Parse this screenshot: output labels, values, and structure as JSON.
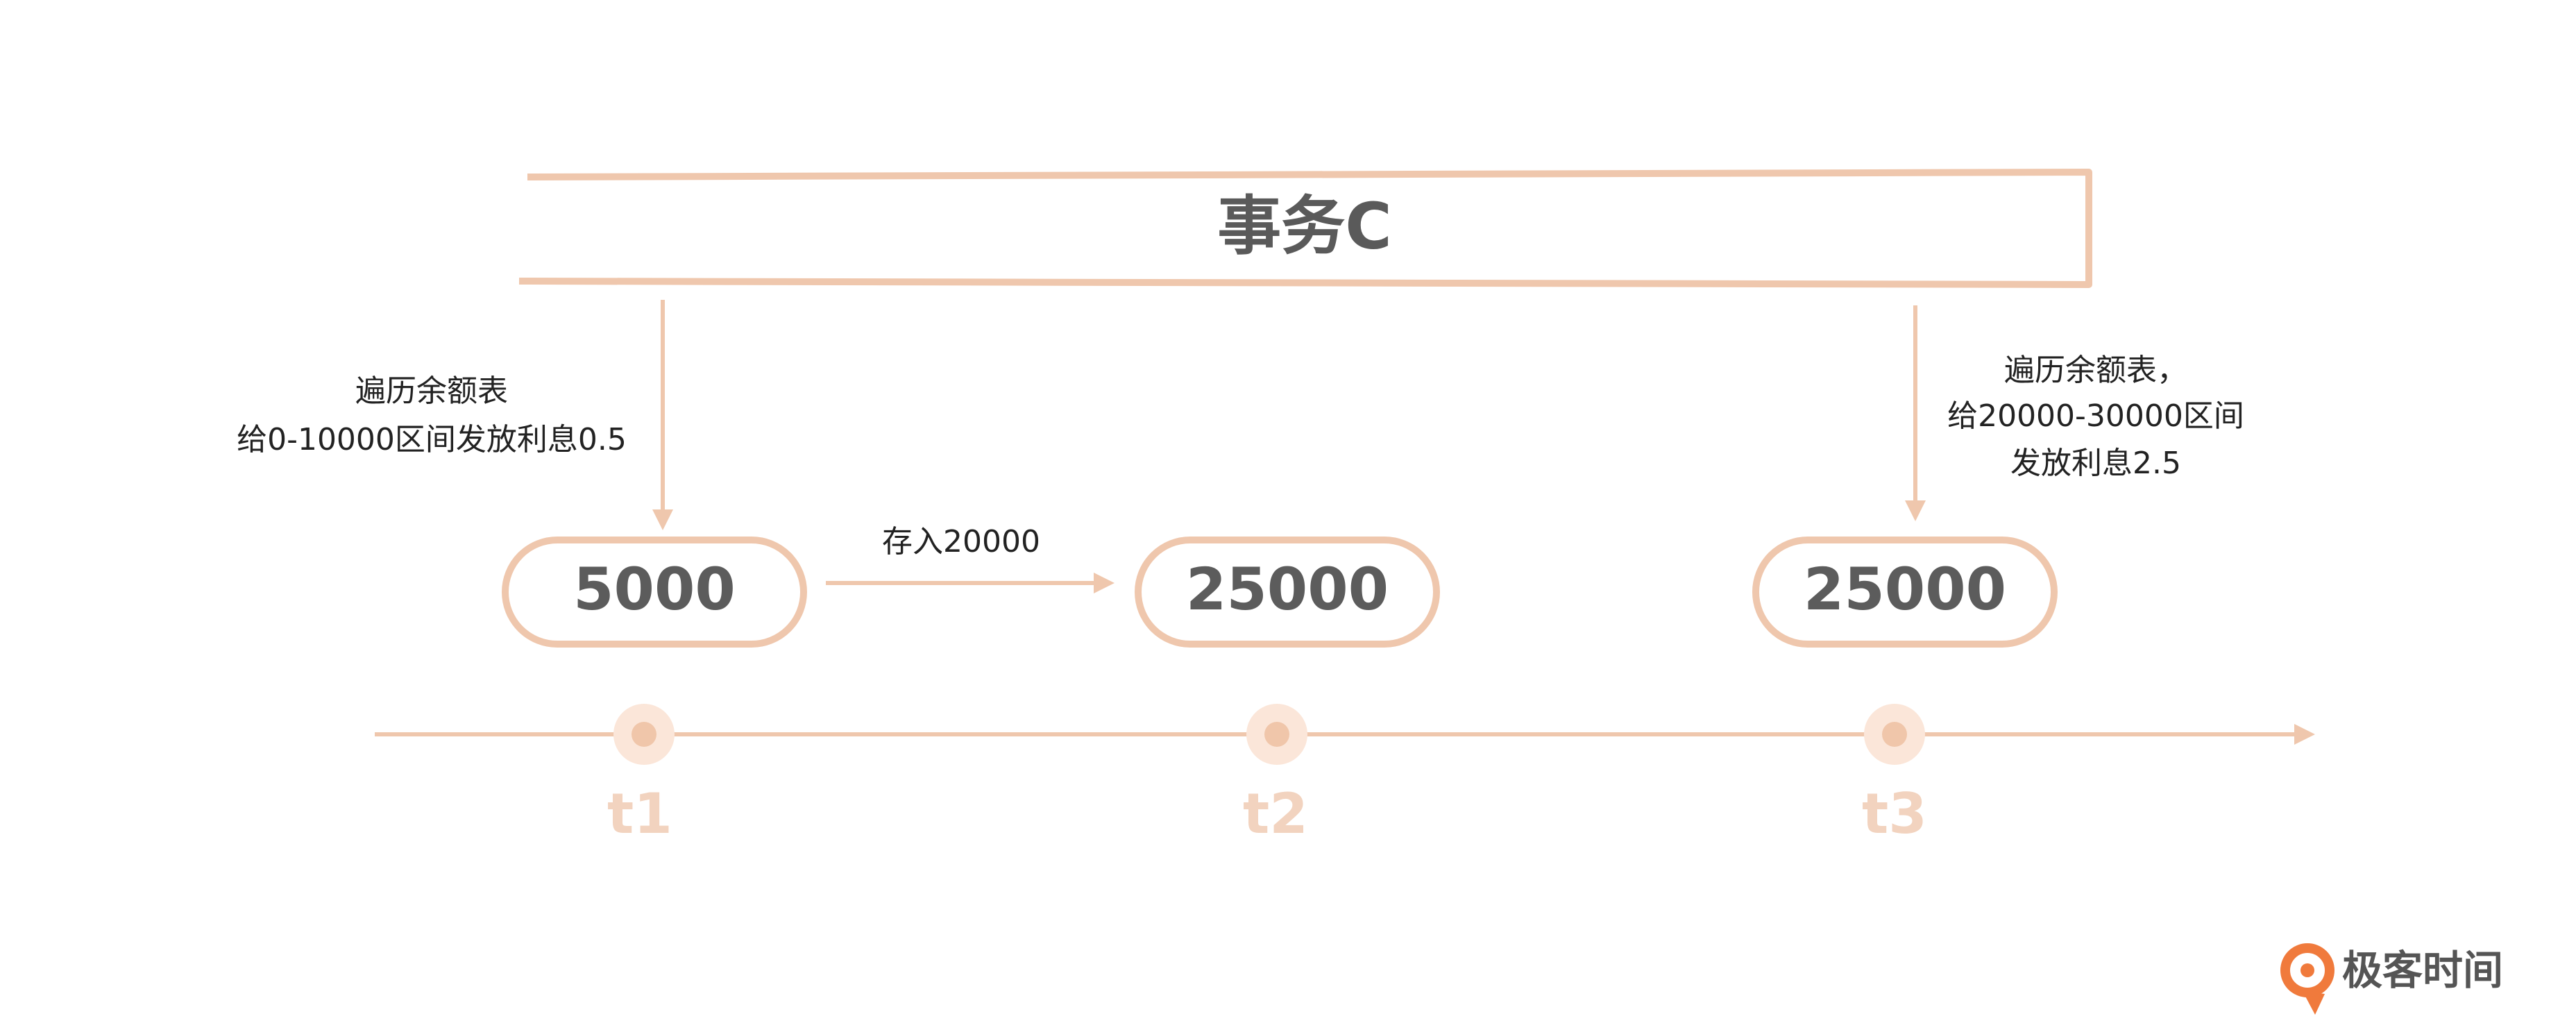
{
  "transaction": {
    "label": "事务C"
  },
  "steps": [
    {
      "time": "t1",
      "value": "5000",
      "note_lines": [
        "遍历余额表",
        "给0-10000区间发放利息0.5"
      ]
    },
    {
      "time": "t2",
      "value": "25000",
      "note_lines": []
    },
    {
      "time": "t3",
      "value": "25000",
      "note_lines": [
        "遍历余额表，",
        "给20000-30000区间",
        "发放利息2.5"
      ]
    }
  ],
  "transfer": {
    "label": "存入20000"
  },
  "brand": {
    "name": "极客时间"
  },
  "colors": {
    "accent": "#efc7ad",
    "dot": "#f0c6aa",
    "halo": "#fbe6d9",
    "time_label": "#f2d3bf",
    "text_dark": "#5a5a5a",
    "note_text": "#222222",
    "logo": "#f07a3c"
  }
}
